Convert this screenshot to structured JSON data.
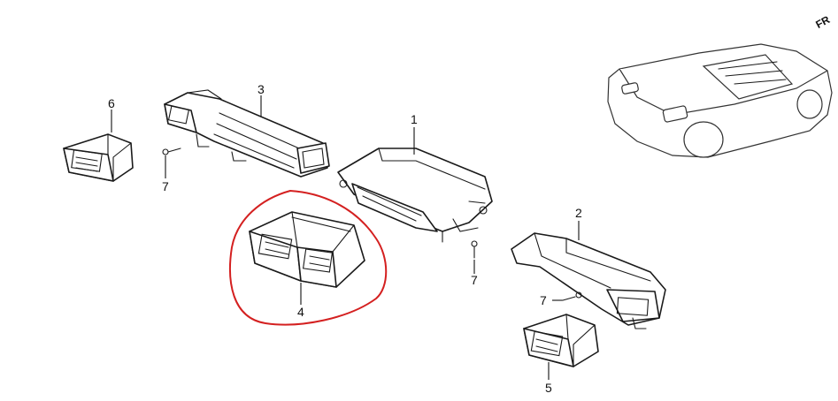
{
  "orientation_label": "FR",
  "callouts": {
    "c1": "1",
    "c2": "2",
    "c3": "3",
    "c4": "4",
    "c5": "5",
    "c6": "6",
    "c7a": "7",
    "c7b": "7",
    "c7c": "7"
  },
  "colors": {
    "highlight": "#d42020",
    "ink": "#1a1a1a"
  }
}
